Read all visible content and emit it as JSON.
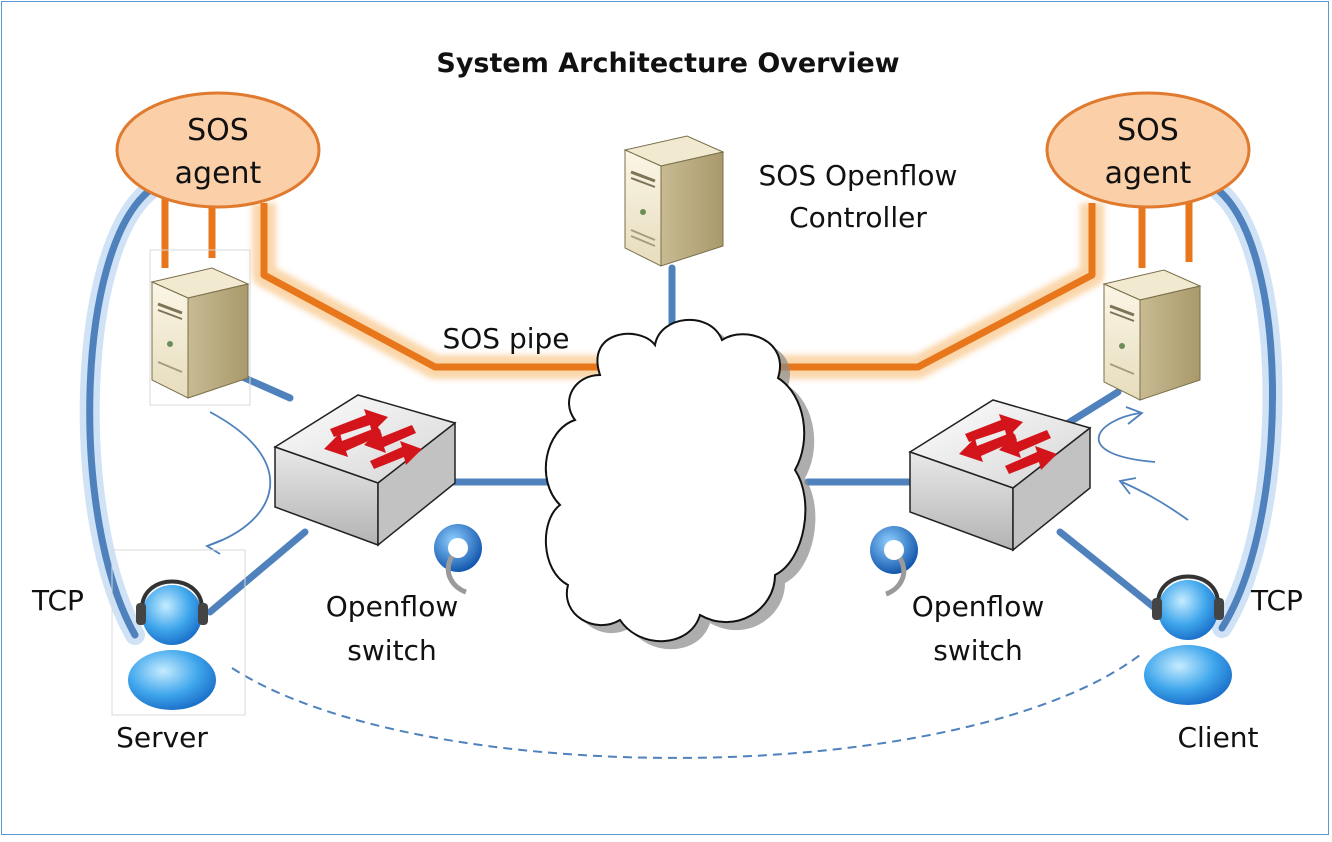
{
  "title": "System Architecture Overview",
  "sos_agent_left": {
    "line1": "SOS",
    "line2": "agent"
  },
  "sos_agent_right": {
    "line1": "SOS",
    "line2": "agent"
  },
  "controller": {
    "line1": "SOS Openflow",
    "line2": "Controller"
  },
  "sos_pipe": "SOS pipe",
  "switch_left": {
    "line1": "Openflow",
    "line2": "switch"
  },
  "switch_right": {
    "line1": "Openflow",
    "line2": "switch"
  },
  "tcp_left": "TCP",
  "tcp_right": "TCP",
  "server": "Server",
  "client": "Client",
  "colors": {
    "agent_fill": "#fbd0a9",
    "agent_stroke": "#e07a2e",
    "pipe": "#e8761a",
    "link": "#4f81bd",
    "tcp_glow": "#bcd6f2",
    "border": "#5b9bd5"
  },
  "icons": [
    "server-tower-icon",
    "openflow-switch-icon",
    "network-cloud-icon",
    "user-avatar-icon",
    "openflow-logo-icon"
  ]
}
